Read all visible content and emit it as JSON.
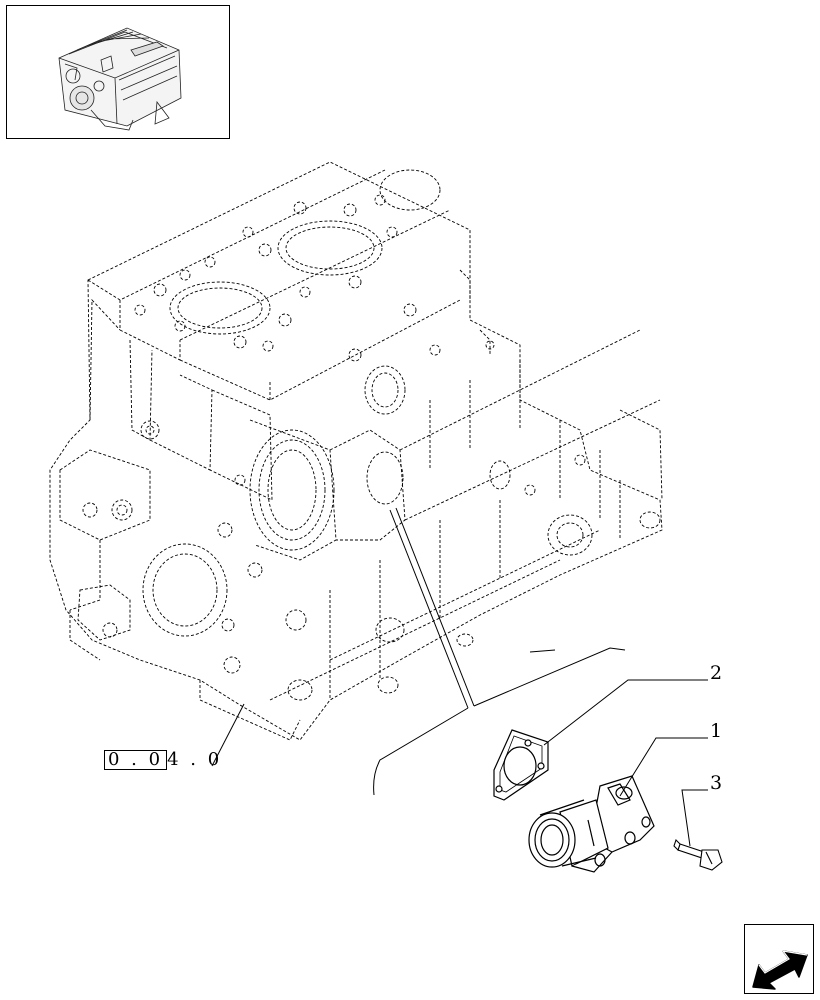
{
  "thumbnail": {
    "icon": "engine-thumbnail-icon"
  },
  "callouts": {
    "item1": "1",
    "item2": "2",
    "item3": "3"
  },
  "reference": {
    "boxed": "0 . 0",
    "rest": "4 . 0"
  },
  "nav": {
    "icon": "next-page-arrow-icon"
  }
}
